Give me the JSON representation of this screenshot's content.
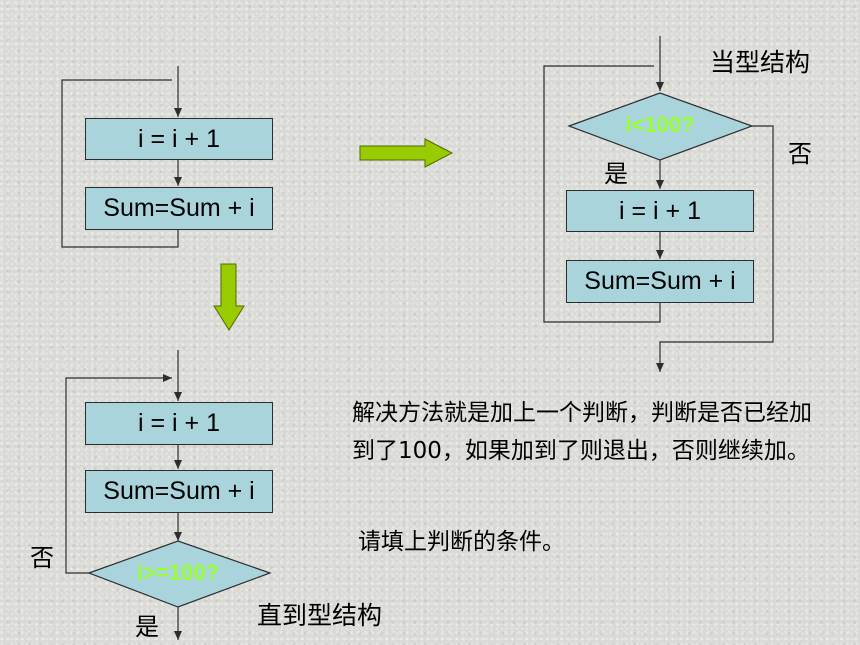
{
  "colors": {
    "process_fill": "#a9d4dc",
    "decision_fill": "#a9d4dc",
    "condition_text": "#99ff33",
    "arrow_fill": "#99cc00",
    "line": "#2d2d2d"
  },
  "flow_original": {
    "step1": "i = i + 1",
    "step2": "Sum=Sum + i"
  },
  "flow_while": {
    "title": "当型结构",
    "condition": "i<100?",
    "yes_label": "是",
    "no_label": "否",
    "step1": "i = i + 1",
    "step2": "Sum=Sum + i"
  },
  "flow_until": {
    "title": "直到型结构",
    "condition": "i>=100?",
    "yes_label": "是",
    "no_label": "否",
    "step1": "i = i + 1",
    "step2": "Sum=Sum + i"
  },
  "text": {
    "explanation": "解决方法就是加上一个判断，判断是否已经加到了100，如果加到了则退出，否则继续加。",
    "instruction": "请填上判断的条件。"
  }
}
